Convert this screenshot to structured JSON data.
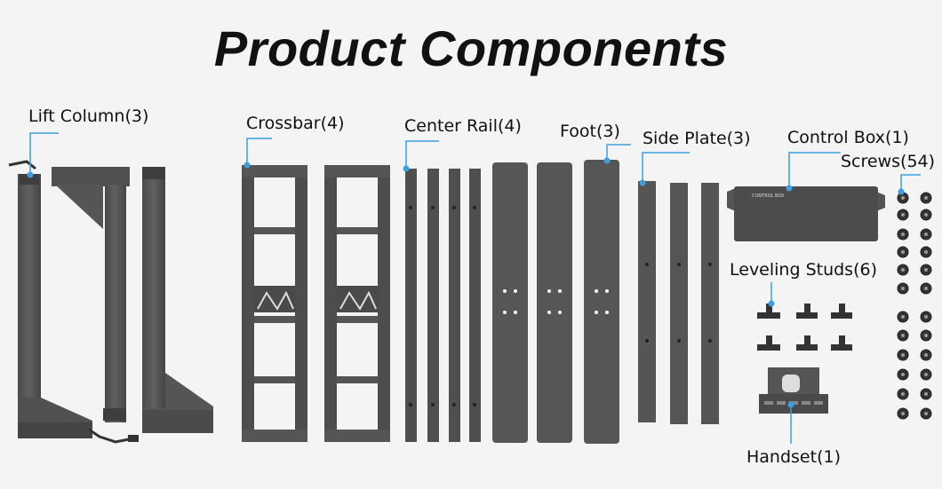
{
  "title": "Product Components",
  "labels": {
    "lift_column": "Lift Column(3)",
    "crossbar": "Crossbar(4)",
    "center_rail": "Center Rail(4)",
    "foot": "Foot(3)",
    "side_plate": "Side Plate(3)",
    "control_box": "Control Box(1)",
    "screws": "Screws(54)",
    "leveling_studs": "Leveling Studs(6)",
    "handset": "Handset(1)"
  },
  "control_box_print": "CONTROL BOX",
  "colors": {
    "part": "#555555",
    "part_dark": "#3e3e3e",
    "callout": "#3aa0e0",
    "background": "#f4f4f4"
  }
}
